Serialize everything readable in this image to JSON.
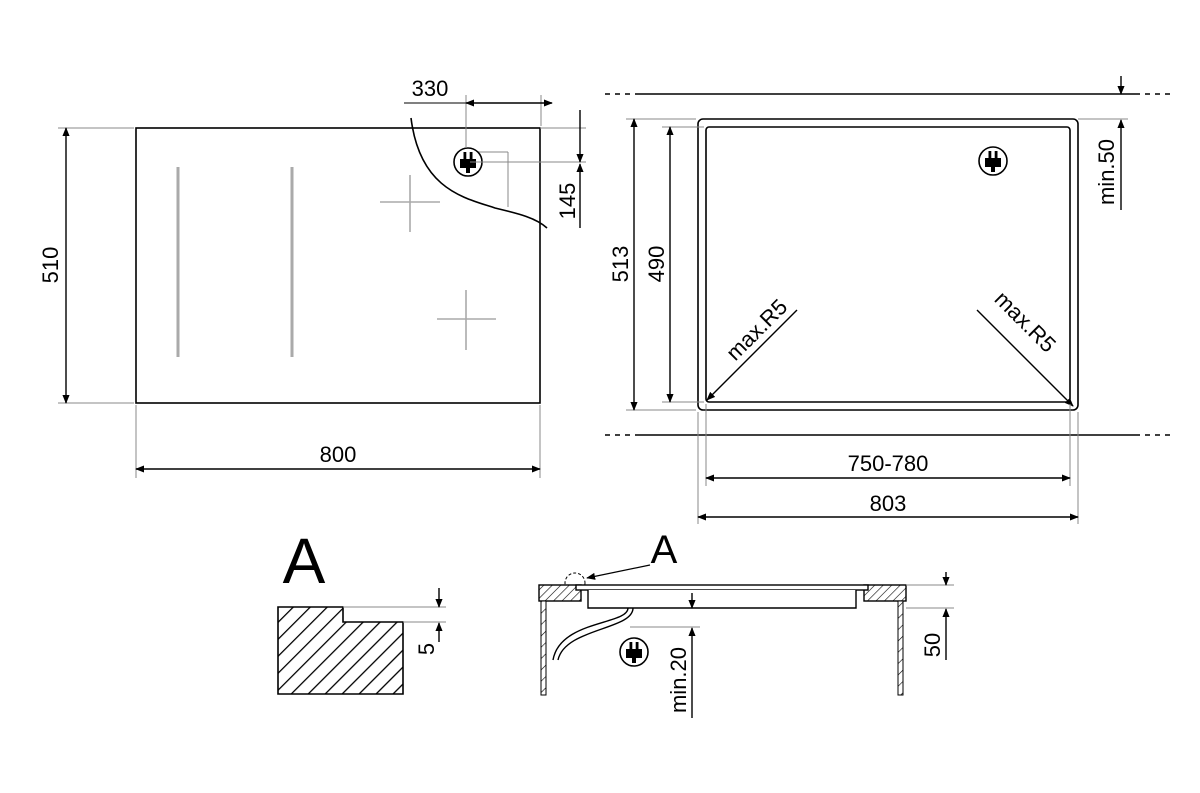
{
  "hob_top_view": {
    "width_label": "800",
    "height_label": "510",
    "plug_offset_x_label": "330",
    "plug_offset_y_label": "145"
  },
  "cutout_view": {
    "outer_width_label": "803",
    "inner_width_label": "750-780",
    "outer_height_label": "513",
    "inner_height_label": "490",
    "clearance_label": "min.50",
    "radius_left_label": "max.R5",
    "radius_right_label": "max.R5"
  },
  "detail_a": {
    "title": "A",
    "step_label": "5"
  },
  "section_view": {
    "callout_label": "A",
    "clearance_label": "min.20",
    "depth_label": "50"
  }
}
